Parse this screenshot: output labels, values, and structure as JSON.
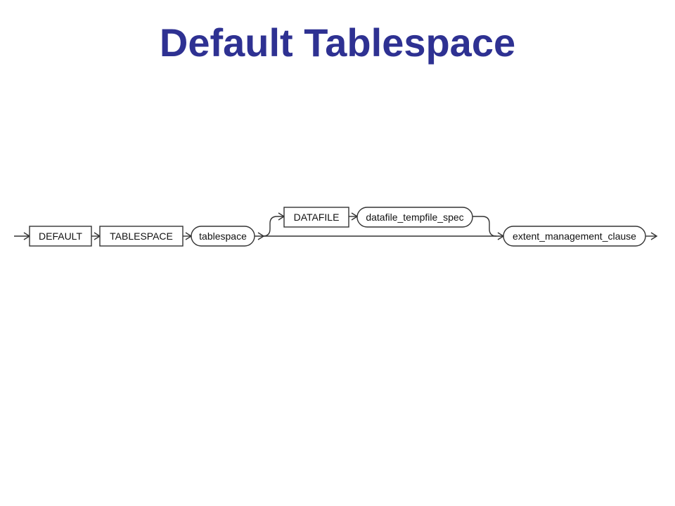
{
  "slide": {
    "title": "Default Tablespace",
    "title_color": "#2e3192"
  },
  "diagram": {
    "keywords": {
      "default": "DEFAULT",
      "tablespace": "TABLESPACE",
      "datafile": "DATAFILE"
    },
    "params": {
      "tablespace": "tablespace",
      "datafile_tempfile_spec": "datafile_tempfile_spec",
      "extent_management_clause": "extent_management_clause"
    },
    "optional_branch": [
      "DATAFILE",
      "datafile_tempfile_spec"
    ]
  }
}
